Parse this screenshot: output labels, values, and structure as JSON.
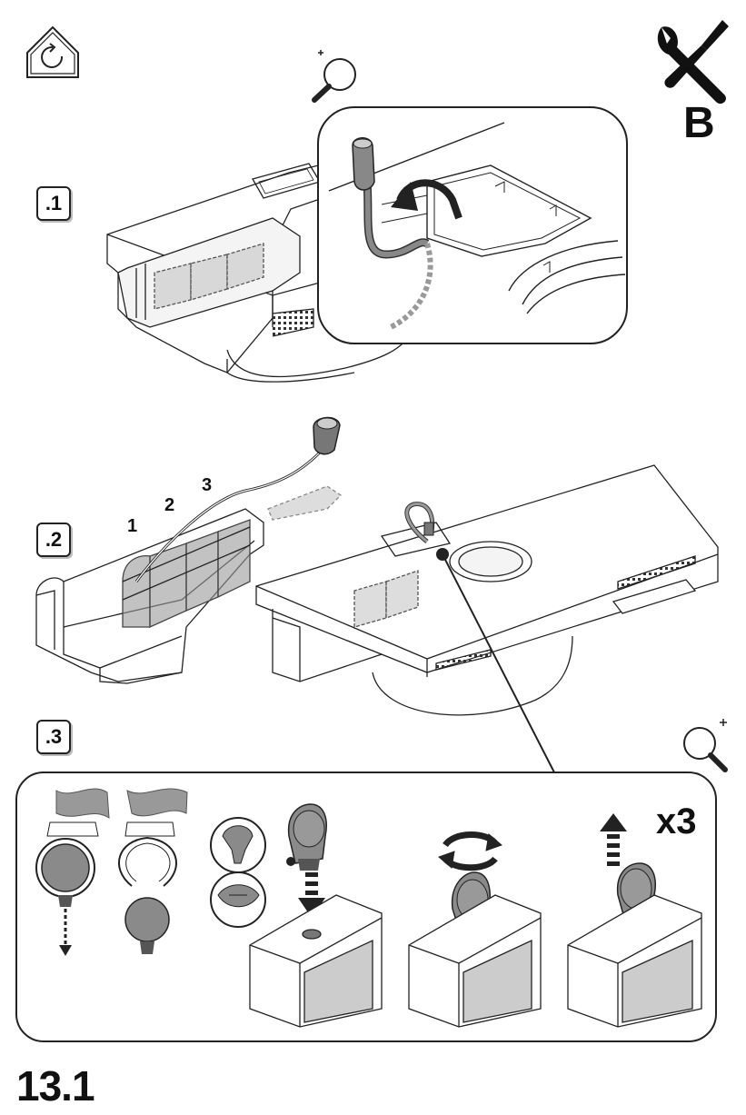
{
  "header": {
    "tool_badge_letter": "B"
  },
  "steps": [
    {
      "label": ".1"
    },
    {
      "label": ".2"
    },
    {
      "label": ".3"
    }
  ],
  "step2": {
    "filter_numbers": [
      "1",
      "2",
      "3"
    ]
  },
  "step3": {
    "repeat": "x3"
  },
  "section_number": "13.1",
  "icons": [
    "home-reset-icon",
    "zoom-in-icon",
    "wrench-screwdriver-icon",
    "rotate-icon",
    "lift-arrow-icon",
    "push-down-arrow-icon"
  ]
}
